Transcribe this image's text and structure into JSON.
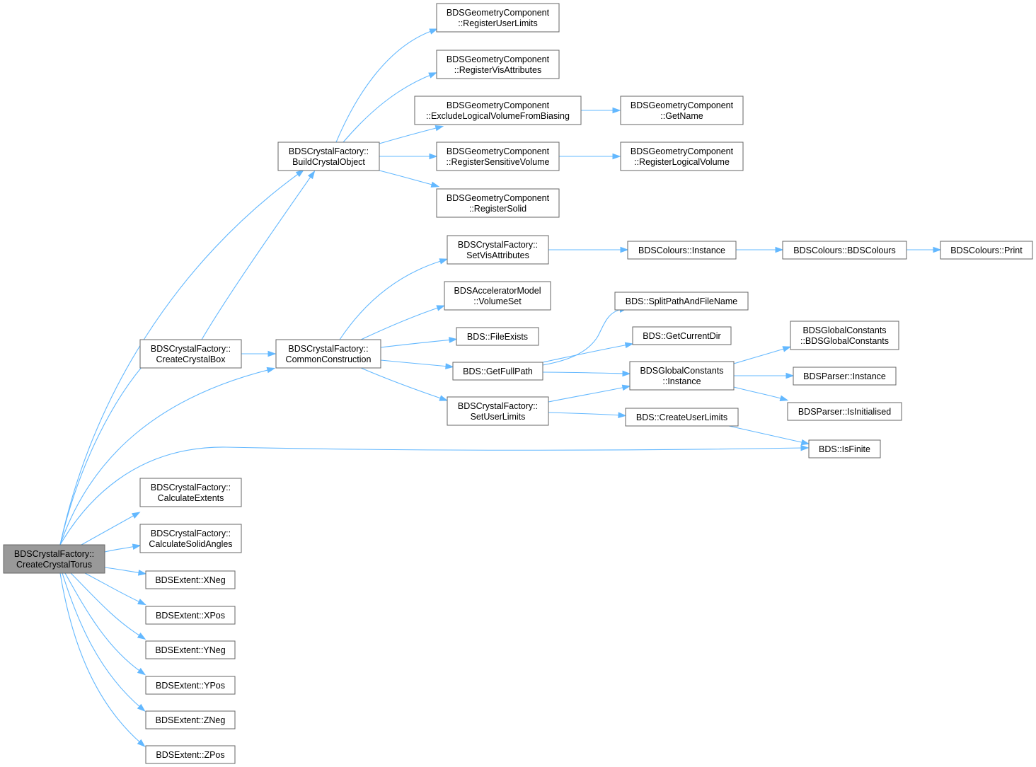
{
  "graph": {
    "accent": {
      "edge": "#63b8ff",
      "node_border": "#666666",
      "root_fill": "#999999",
      "node_fill": "#ffffff"
    },
    "nodes": [
      {
        "id": "root",
        "lines": [
          "BDSCrystalFactory::",
          "CreateCrystalTorus"
        ],
        "root": true
      },
      {
        "id": "buildCrystalObject",
        "lines": [
          "BDSCrystalFactory::",
          "BuildCrystalObject"
        ]
      },
      {
        "id": "createCrystalBox",
        "lines": [
          "BDSCrystalFactory::",
          "CreateCrystalBox"
        ]
      },
      {
        "id": "commonConstruction",
        "lines": [
          "BDSCrystalFactory::",
          "CommonConstruction"
        ]
      },
      {
        "id": "calculateExtents",
        "lines": [
          "BDSCrystalFactory::",
          "CalculateExtents"
        ]
      },
      {
        "id": "calculateSolidAngles",
        "lines": [
          "BDSCrystalFactory::",
          "CalculateSolidAngles"
        ]
      },
      {
        "id": "xneg",
        "lines": [
          "BDSExtent::XNeg"
        ]
      },
      {
        "id": "xpos",
        "lines": [
          "BDSExtent::XPos"
        ]
      },
      {
        "id": "yneg",
        "lines": [
          "BDSExtent::YNeg"
        ]
      },
      {
        "id": "ypos",
        "lines": [
          "BDSExtent::YPos"
        ]
      },
      {
        "id": "zneg",
        "lines": [
          "BDSExtent::ZNeg"
        ]
      },
      {
        "id": "zpos",
        "lines": [
          "BDSExtent::ZPos"
        ]
      },
      {
        "id": "regUserLimits",
        "lines": [
          "BDSGeometryComponent",
          "::RegisterUserLimits"
        ]
      },
      {
        "id": "regVisAttributes",
        "lines": [
          "BDSGeometryComponent",
          "::RegisterVisAttributes"
        ]
      },
      {
        "id": "excludeLV",
        "lines": [
          "BDSGeometryComponent",
          "::ExcludeLogicalVolumeFromBiasing"
        ]
      },
      {
        "id": "regSensitive",
        "lines": [
          "BDSGeometryComponent",
          "::RegisterSensitiveVolume"
        ]
      },
      {
        "id": "regSolid",
        "lines": [
          "BDSGeometryComponent",
          "::RegisterSolid"
        ]
      },
      {
        "id": "getName",
        "lines": [
          "BDSGeometryComponent",
          "::GetName"
        ]
      },
      {
        "id": "regLogical",
        "lines": [
          "BDSGeometryComponent",
          "::RegisterLogicalVolume"
        ]
      },
      {
        "id": "setVisAttributes",
        "lines": [
          "BDSCrystalFactory::",
          "SetVisAttributes"
        ]
      },
      {
        "id": "volumeSet",
        "lines": [
          "BDSAcceleratorModel",
          "::VolumeSet"
        ]
      },
      {
        "id": "fileExists",
        "lines": [
          "BDS::FileExists"
        ]
      },
      {
        "id": "getFullPath",
        "lines": [
          "BDS::GetFullPath"
        ]
      },
      {
        "id": "setUserLimits",
        "lines": [
          "BDSCrystalFactory::",
          "SetUserLimits"
        ]
      },
      {
        "id": "coloursInstance",
        "lines": [
          "BDSColours::Instance"
        ]
      },
      {
        "id": "coloursCtor",
        "lines": [
          "BDSColours::BDSColours"
        ]
      },
      {
        "id": "coloursPrint",
        "lines": [
          "BDSColours::Print"
        ]
      },
      {
        "id": "splitPath",
        "lines": [
          "BDS::SplitPathAndFileName"
        ]
      },
      {
        "id": "getCurrentDir",
        "lines": [
          "BDS::GetCurrentDir"
        ]
      },
      {
        "id": "gcInstance",
        "lines": [
          "BDSGlobalConstants",
          "::Instance"
        ]
      },
      {
        "id": "gcCtor",
        "lines": [
          "BDSGlobalConstants",
          "::BDSGlobalConstants"
        ]
      },
      {
        "id": "parserInstance",
        "lines": [
          "BDSParser::Instance"
        ]
      },
      {
        "id": "parserInit",
        "lines": [
          "BDSParser::IsInitialised"
        ]
      },
      {
        "id": "createUserLimits",
        "lines": [
          "BDS::CreateUserLimits"
        ]
      },
      {
        "id": "isFinite",
        "lines": [
          "BDS::IsFinite"
        ]
      }
    ],
    "edges": [
      {
        "from": "root",
        "to": "buildCrystalObject"
      },
      {
        "from": "root",
        "to": "createCrystalBox"
      },
      {
        "from": "root",
        "to": "commonConstruction"
      },
      {
        "from": "root",
        "to": "isFinite"
      },
      {
        "from": "root",
        "to": "calculateExtents"
      },
      {
        "from": "root",
        "to": "calculateSolidAngles"
      },
      {
        "from": "root",
        "to": "xneg"
      },
      {
        "from": "root",
        "to": "xpos"
      },
      {
        "from": "root",
        "to": "yneg"
      },
      {
        "from": "root",
        "to": "ypos"
      },
      {
        "from": "root",
        "to": "zneg"
      },
      {
        "from": "root",
        "to": "zpos"
      },
      {
        "from": "createCrystalBox",
        "to": "buildCrystalObject"
      },
      {
        "from": "createCrystalBox",
        "to": "commonConstruction"
      },
      {
        "from": "buildCrystalObject",
        "to": "regUserLimits"
      },
      {
        "from": "buildCrystalObject",
        "to": "regVisAttributes"
      },
      {
        "from": "buildCrystalObject",
        "to": "excludeLV"
      },
      {
        "from": "buildCrystalObject",
        "to": "regSensitive"
      },
      {
        "from": "buildCrystalObject",
        "to": "regSolid"
      },
      {
        "from": "excludeLV",
        "to": "getName"
      },
      {
        "from": "regSensitive",
        "to": "regLogical"
      },
      {
        "from": "commonConstruction",
        "to": "setVisAttributes"
      },
      {
        "from": "commonConstruction",
        "to": "volumeSet"
      },
      {
        "from": "commonConstruction",
        "to": "fileExists"
      },
      {
        "from": "commonConstruction",
        "to": "getFullPath"
      },
      {
        "from": "commonConstruction",
        "to": "setUserLimits"
      },
      {
        "from": "setVisAttributes",
        "to": "coloursInstance"
      },
      {
        "from": "coloursInstance",
        "to": "coloursCtor"
      },
      {
        "from": "coloursCtor",
        "to": "coloursPrint"
      },
      {
        "from": "getFullPath",
        "to": "splitPath"
      },
      {
        "from": "getFullPath",
        "to": "getCurrentDir"
      },
      {
        "from": "getFullPath",
        "to": "gcInstance"
      },
      {
        "from": "setUserLimits",
        "to": "gcInstance"
      },
      {
        "from": "setUserLimits",
        "to": "createUserLimits"
      },
      {
        "from": "gcInstance",
        "to": "gcCtor"
      },
      {
        "from": "gcInstance",
        "to": "parserInstance"
      },
      {
        "from": "gcInstance",
        "to": "parserInit"
      },
      {
        "from": "createUserLimits",
        "to": "isFinite"
      }
    ]
  }
}
